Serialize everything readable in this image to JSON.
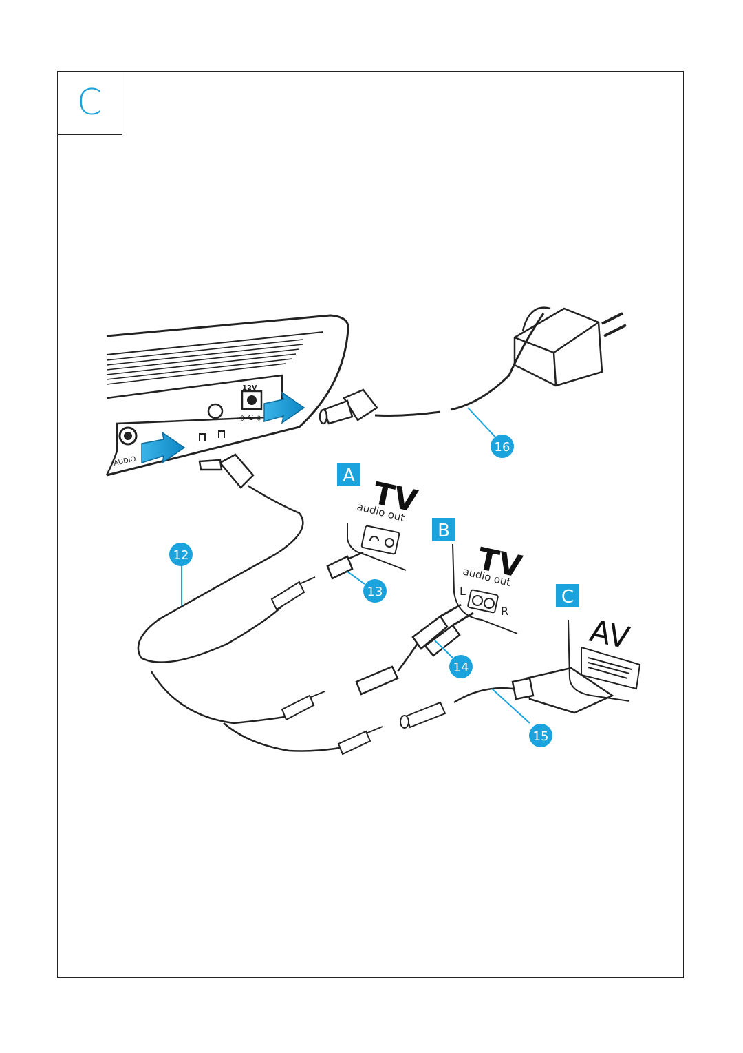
{
  "section_label": "C",
  "device": {
    "audio_label": "AUDIO",
    "power_label": "12V",
    "polarity_symbol": "◇-C-◈"
  },
  "callouts": [
    {
      "number": "12"
    },
    {
      "number": "13"
    },
    {
      "number": "14"
    },
    {
      "number": "15"
    },
    {
      "number": "16"
    }
  ],
  "options": [
    {
      "letter": "A",
      "tv_label": "TV",
      "port_label": "audio out"
    },
    {
      "letter": "B",
      "tv_label": "TV",
      "port_label": "audio out",
      "left": "L",
      "right": "R"
    },
    {
      "letter": "C",
      "av_label": "AV"
    }
  ],
  "colors": {
    "accent": "#1aa3dd",
    "line": "#222222"
  }
}
